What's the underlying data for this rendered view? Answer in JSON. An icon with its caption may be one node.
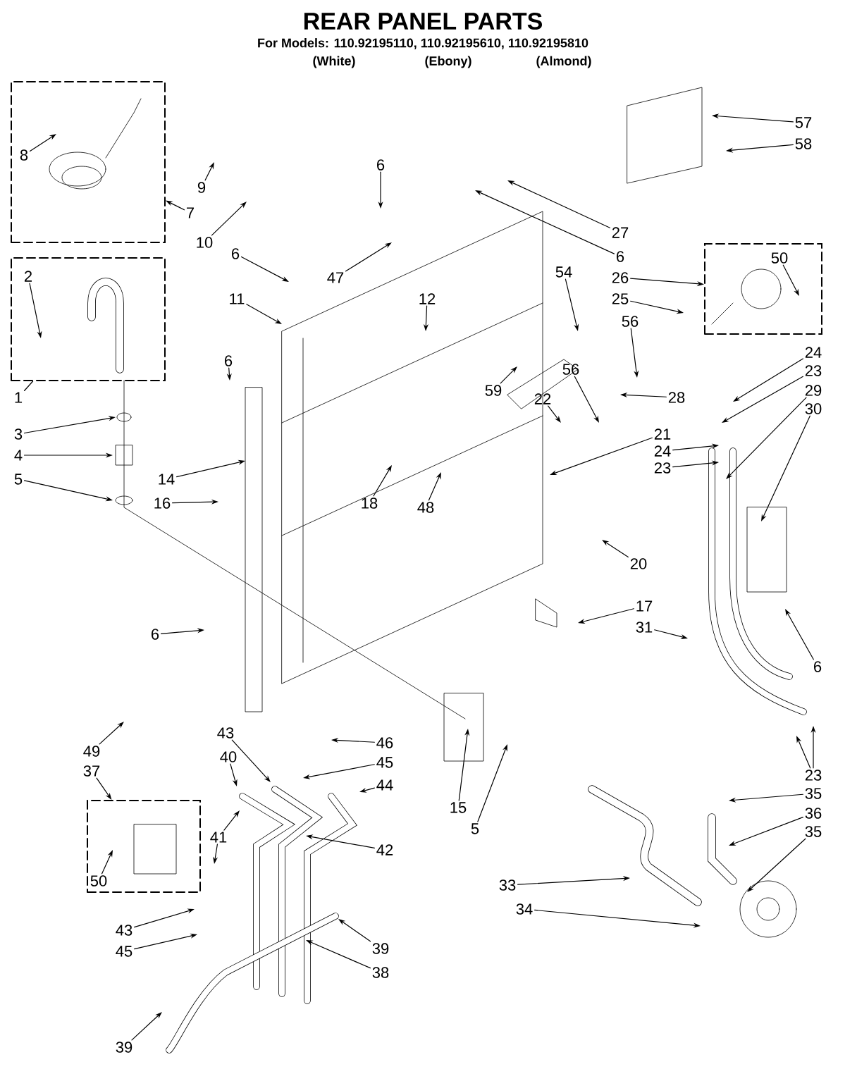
{
  "diagram": {
    "title": "REAR PANEL PARTS",
    "nodes": [
      {
        "text": [],
        "shape": "box"
      },
      {
        "text": [
          "8"
        ],
        "in": 0
      },
      {
        "text": [],
        "shape": "box"
      },
      {
        "text": [
          "2"
        ],
        "in": 2
      },
      {
        "text": [],
        "shape": "box"
      },
      {
        "text": [
          "50"
        ],
        "in": 4
      },
      {
        "text": [],
        "shape": "box"
      },
      {
        "text": [
          "50"
        ],
        "in": 6
      },
      {
        "text": [
          "57"
        ]
      },
      {
        "text": [
          "58"
        ]
      },
      {
        "text": [
          "6"
        ]
      },
      {
        "text": [
          "9"
        ]
      },
      {
        "text": [
          "7"
        ]
      },
      {
        "text": [
          "27"
        ]
      },
      {
        "text": [
          "10"
        ]
      },
      {
        "text": [
          "6"
        ]
      },
      {
        "text": [
          "6"
        ]
      },
      {
        "text": [
          "54"
        ]
      },
      {
        "text": [
          "26"
        ]
      },
      {
        "text": [
          "47"
        ]
      },
      {
        "text": [
          "11"
        ]
      },
      {
        "text": [
          "25"
        ]
      },
      {
        "text": [
          "12"
        ]
      },
      {
        "text": [
          "56"
        ]
      },
      {
        "text": [
          "24"
        ]
      },
      {
        "text": [
          "6"
        ]
      },
      {
        "text": [
          "23"
        ]
      },
      {
        "text": [
          "56"
        ]
      },
      {
        "text": [
          "59"
        ]
      },
      {
        "text": [
          "29"
        ]
      },
      {
        "text": [
          "1"
        ]
      },
      {
        "text": [
          "22"
        ]
      },
      {
        "text": [
          "28"
        ]
      },
      {
        "text": [
          "30"
        ]
      },
      {
        "text": [
          "21"
        ]
      },
      {
        "text": [
          "3"
        ]
      },
      {
        "text": [
          "24"
        ]
      },
      {
        "text": [
          "4"
        ]
      },
      {
        "text": [
          "23"
        ]
      },
      {
        "text": [
          "5"
        ]
      },
      {
        "text": [
          "14"
        ]
      },
      {
        "text": [
          "16"
        ]
      },
      {
        "text": [
          "18"
        ]
      },
      {
        "text": [
          "48"
        ]
      },
      {
        "text": [
          "20"
        ]
      },
      {
        "text": [
          "17"
        ]
      },
      {
        "text": [
          "31"
        ]
      },
      {
        "text": [
          "6"
        ]
      },
      {
        "text": [
          "6"
        ]
      },
      {
        "text": [
          "46"
        ]
      },
      {
        "text": [
          "49"
        ]
      },
      {
        "text": [
          "43"
        ]
      },
      {
        "text": [
          "40"
        ]
      },
      {
        "text": [
          "45"
        ]
      },
      {
        "text": [
          "37"
        ]
      },
      {
        "text": [
          "44"
        ]
      },
      {
        "text": [
          "23"
        ]
      },
      {
        "text": [
          "15"
        ]
      },
      {
        "text": [
          "35"
        ]
      },
      {
        "text": [
          "36"
        ]
      },
      {
        "text": [
          "5"
        ]
      },
      {
        "text": [
          "35"
        ]
      },
      {
        "text": [
          "41"
        ]
      },
      {
        "text": [
          "42"
        ]
      },
      {
        "text": [
          "33"
        ]
      },
      {
        "text": [
          "34"
        ]
      },
      {
        "text": [
          "43"
        ]
      },
      {
        "text": [
          "39"
        ]
      },
      {
        "text": [
          "45"
        ]
      },
      {
        "text": [
          "38"
        ]
      },
      {
        "text": [
          "39"
        ]
      }
    ],
    "edges": [
      {
        "from": 1,
        "to": null,
        "arrow": "to"
      },
      {
        "from": 3,
        "to": null,
        "arrow": "to"
      },
      {
        "from": 5,
        "to": null,
        "arrow": "to"
      },
      {
        "from": 7,
        "to": null,
        "arrow": "to"
      },
      {
        "from": 8,
        "to": null,
        "arrow": "to"
      },
      {
        "from": 9,
        "to": null,
        "arrow": "to"
      },
      {
        "from": 10,
        "to": null,
        "arrow": "to"
      },
      {
        "from": 11,
        "to": null,
        "arrow": "to"
      },
      {
        "from": 12,
        "to": 0,
        "arrow": "to"
      },
      {
        "from": 13,
        "to": null,
        "arrow": "to"
      },
      {
        "from": 14,
        "to": null,
        "arrow": "to"
      },
      {
        "from": 15,
        "to": null,
        "arrow": "to"
      },
      {
        "from": 16,
        "to": null,
        "arrow": "to"
      },
      {
        "from": 17,
        "to": null,
        "arrow": "to"
      },
      {
        "from": 18,
        "to": 4,
        "arrow": "to"
      },
      {
        "from": 19,
        "to": null,
        "arrow": "to"
      },
      {
        "from": 20,
        "to": null,
        "arrow": "to"
      },
      {
        "from": 21,
        "to": null,
        "arrow": "to"
      },
      {
        "from": 22,
        "to": null,
        "arrow": "to"
      },
      {
        "from": 23,
        "to": null,
        "arrow": "to"
      },
      {
        "from": 24,
        "to": null,
        "arrow": "to"
      },
      {
        "from": 25,
        "to": null,
        "arrow": "to"
      },
      {
        "from": 26,
        "to": null,
        "arrow": "to"
      },
      {
        "from": 27,
        "to": null,
        "arrow": "to"
      },
      {
        "from": 28,
        "to": null,
        "arrow": "to"
      },
      {
        "from": 29,
        "to": null,
        "arrow": "to"
      },
      {
        "from": 30,
        "to": 2,
        "arrow": "none"
      },
      {
        "from": 31,
        "to": null,
        "arrow": "to"
      },
      {
        "from": 32,
        "to": null,
        "arrow": "to"
      },
      {
        "from": 33,
        "to": null,
        "arrow": "to"
      },
      {
        "from": 34,
        "to": null,
        "arrow": "to"
      },
      {
        "from": 35,
        "to": null,
        "arrow": "to"
      },
      {
        "from": 36,
        "to": null,
        "arrow": "to"
      },
      {
        "from": 37,
        "to": null,
        "arrow": "to"
      },
      {
        "from": 38,
        "to": null,
        "arrow": "to"
      },
      {
        "from": 39,
        "to": null,
        "arrow": "to"
      },
      {
        "from": 40,
        "to": null,
        "arrow": "to"
      },
      {
        "from": 41,
        "to": null,
        "arrow": "to"
      },
      {
        "from": 42,
        "to": null,
        "arrow": "to"
      },
      {
        "from": 43,
        "to": null,
        "arrow": "to"
      },
      {
        "from": 44,
        "to": null,
        "arrow": "to"
      },
      {
        "from": 45,
        "to": null,
        "arrow": "to"
      },
      {
        "from": 46,
        "to": null,
        "arrow": "to"
      },
      {
        "from": 47,
        "to": null,
        "arrow": "to"
      },
      {
        "from": 48,
        "to": null,
        "arrow": "to"
      },
      {
        "from": 49,
        "to": null,
        "arrow": "to"
      },
      {
        "from": 50,
        "to": null,
        "arrow": "to"
      },
      {
        "from": 51,
        "to": null,
        "arrow": "to"
      },
      {
        "from": 52,
        "to": null,
        "arrow": "to"
      },
      {
        "from": 53,
        "to": null,
        "arrow": "to"
      },
      {
        "from": 54,
        "to": 6,
        "arrow": "to"
      },
      {
        "from": 55,
        "to": null,
        "arrow": "to"
      },
      {
        "from": 56,
        "to": null,
        "arrow": "to"
      },
      {
        "from": 56,
        "to": null,
        "arrow": "to"
      },
      {
        "from": 57,
        "to": null,
        "arrow": "to"
      },
      {
        "from": 58,
        "to": null,
        "arrow": "to"
      },
      {
        "from": 59,
        "to": null,
        "arrow": "to"
      },
      {
        "from": 60,
        "to": null,
        "arrow": "to"
      },
      {
        "from": 61,
        "to": null,
        "arrow": "to"
      },
      {
        "from": 62,
        "to": null,
        "arrow": "to"
      },
      {
        "from": 62,
        "to": null,
        "arrow": "to"
      },
      {
        "from": 63,
        "to": null,
        "arrow": "to"
      },
      {
        "from": 64,
        "to": null,
        "arrow": "to"
      },
      {
        "from": 65,
        "to": null,
        "arrow": "to"
      },
      {
        "from": 66,
        "to": null,
        "arrow": "to"
      },
      {
        "from": 67,
        "to": null,
        "arrow": "to"
      },
      {
        "from": 68,
        "to": null,
        "arrow": "to"
      },
      {
        "from": 69,
        "to": null,
        "arrow": "to"
      },
      {
        "from": 70,
        "to": null,
        "arrow": "to"
      }
    ],
    "labels": [
      "For Models: 110.92195110, 110.92195610, 110.92195810",
      "(White)",
      "(Ebony)",
      "(Almond)"
    ]
  }
}
